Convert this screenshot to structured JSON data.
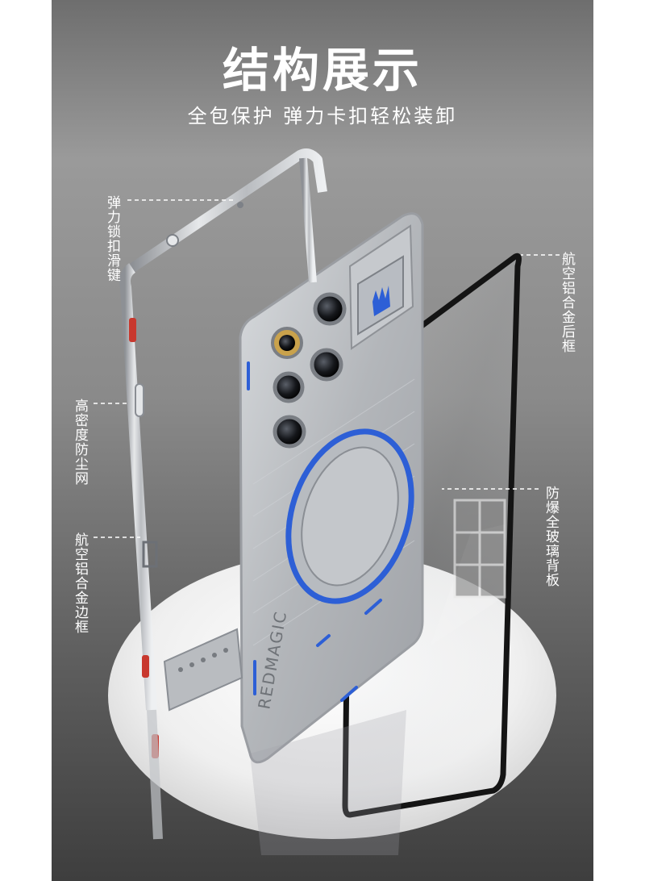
{
  "header": {
    "title": "结构展示",
    "subtitle": "全包保护 弹力卡扣轻松装卸"
  },
  "labels": {
    "spring_button": "弹力锁扣滑键",
    "dust_mesh": "高密度防尘网",
    "alloy_side_frame": "航空铝合金边框",
    "alloy_back_frame": "航空铝合金后框",
    "glass_back": "防爆全玻璃背板"
  },
  "colors": {
    "frame_silver": "#c9ccd0",
    "button_red": "#c8382e",
    "ring_blue": "#2d5fd6",
    "disc_white": "#f2f2f2"
  }
}
